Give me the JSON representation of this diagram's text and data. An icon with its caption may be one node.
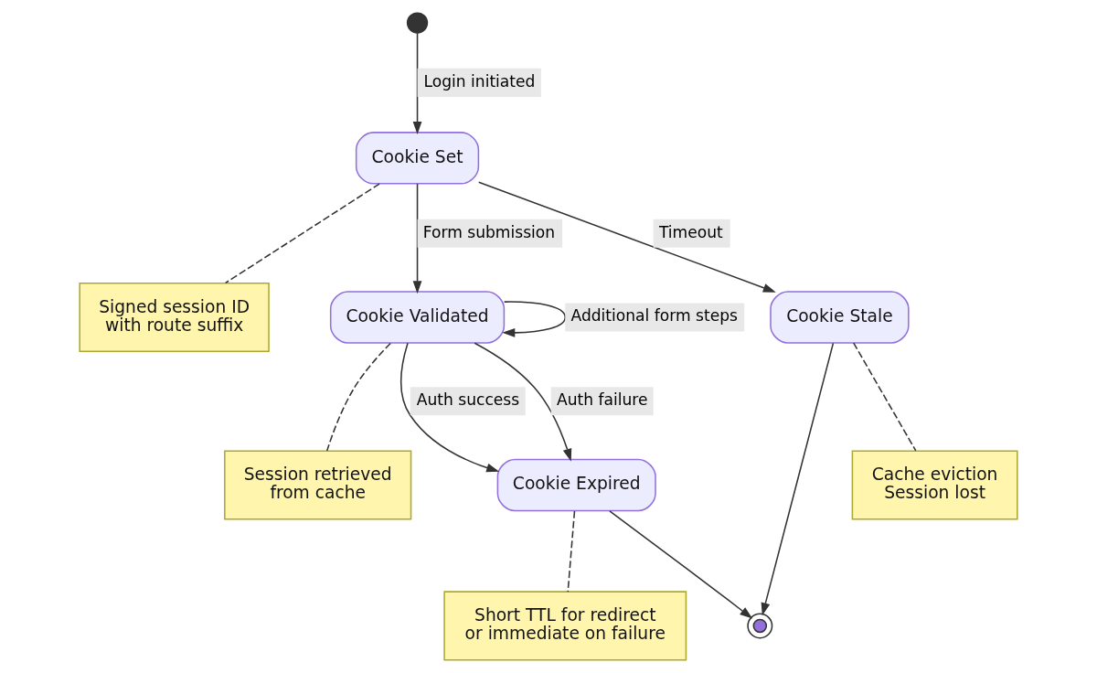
{
  "diagram": {
    "nodes": [
      {
        "text": [],
        "shape": "circle"
      },
      {
        "text": [
          "Cookie Set"
        ]
      },
      {
        "text": [
          "Signed session ID with route suffix"
        ]
      },
      {
        "text": [
          "Cookie Validated"
        ]
      },
      {
        "text": [
          "Session retrieved from cache"
        ]
      },
      {
        "text": [
          "Cookie Expired"
        ]
      },
      {
        "text": [
          "Cookie Stale"
        ]
      },
      {
        "text": [
          "Short TTL for redirect or immediate on failure"
        ]
      },
      {
        "text": [],
        "shape": "circle"
      },
      {
        "text": [
          "Cache eviction Session lost"
        ]
      }
    ],
    "edges": [
      {
        "from": 0,
        "to": 1,
        "arrow": "to",
        "label": "Login initiated"
      },
      {
        "from": 1,
        "to": 2,
        "arrow": "none",
        "style": "dashed"
      },
      {
        "from": 1,
        "to": 3,
        "arrow": "to",
        "label": "Form submission"
      },
      {
        "from": 1,
        "to": 6,
        "arrow": "to",
        "label": "Timeout"
      },
      {
        "from": 3,
        "to": 4,
        "arrow": "none",
        "style": "dashed"
      },
      {
        "from": 3,
        "to": 5,
        "arrow": "to",
        "label": "Auth success"
      },
      {
        "from": 3,
        "to": 5,
        "arrow": "to",
        "label": "Auth failure"
      },
      {
        "from": 3,
        "to": 3,
        "arrow": "to",
        "label": "Additional form steps"
      },
      {
        "from": 5,
        "to": 7,
        "arrow": "none",
        "style": "dashed"
      },
      {
        "from": 5,
        "to": 8,
        "arrow": "to"
      },
      {
        "from": 6,
        "to": 8,
        "arrow": "to"
      },
      {
        "from": 6,
        "to": 9,
        "arrow": "none",
        "style": "dashed"
      }
    ]
  }
}
